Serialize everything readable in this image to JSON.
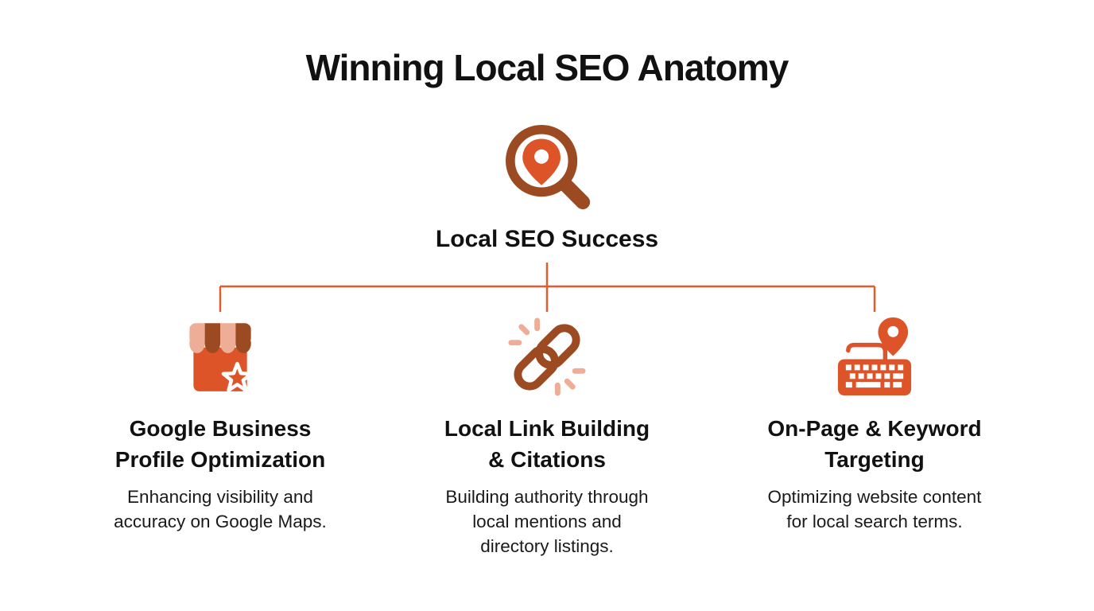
{
  "title": "Winning Local SEO Anatomy",
  "center": {
    "icon": "magnifier-location-pin-icon",
    "label": "Local SEO Success"
  },
  "columns": [
    {
      "icon": "storefront-star-icon",
      "heading": "Google Business\nProfile Optimization",
      "description": "Enhancing visibility and\naccuracy on Google Maps."
    },
    {
      "icon": "chain-link-sparkle-icon",
      "heading": "Local Link Building\n& Citations",
      "description": "Building authority through\nlocal mentions and\ndirectory listings."
    },
    {
      "icon": "keyboard-location-pin-icon",
      "heading": "On-Page & Keyword\nTargeting",
      "description": "Optimizing website content\nfor local search terms."
    }
  ],
  "colors": {
    "accent": "#DD5429",
    "dark-rust": "#9C4A21",
    "light-salmon": "#EDAD96",
    "connector-line": "#DE5C2E",
    "text": "#111111",
    "background": "#FFFFFF"
  }
}
